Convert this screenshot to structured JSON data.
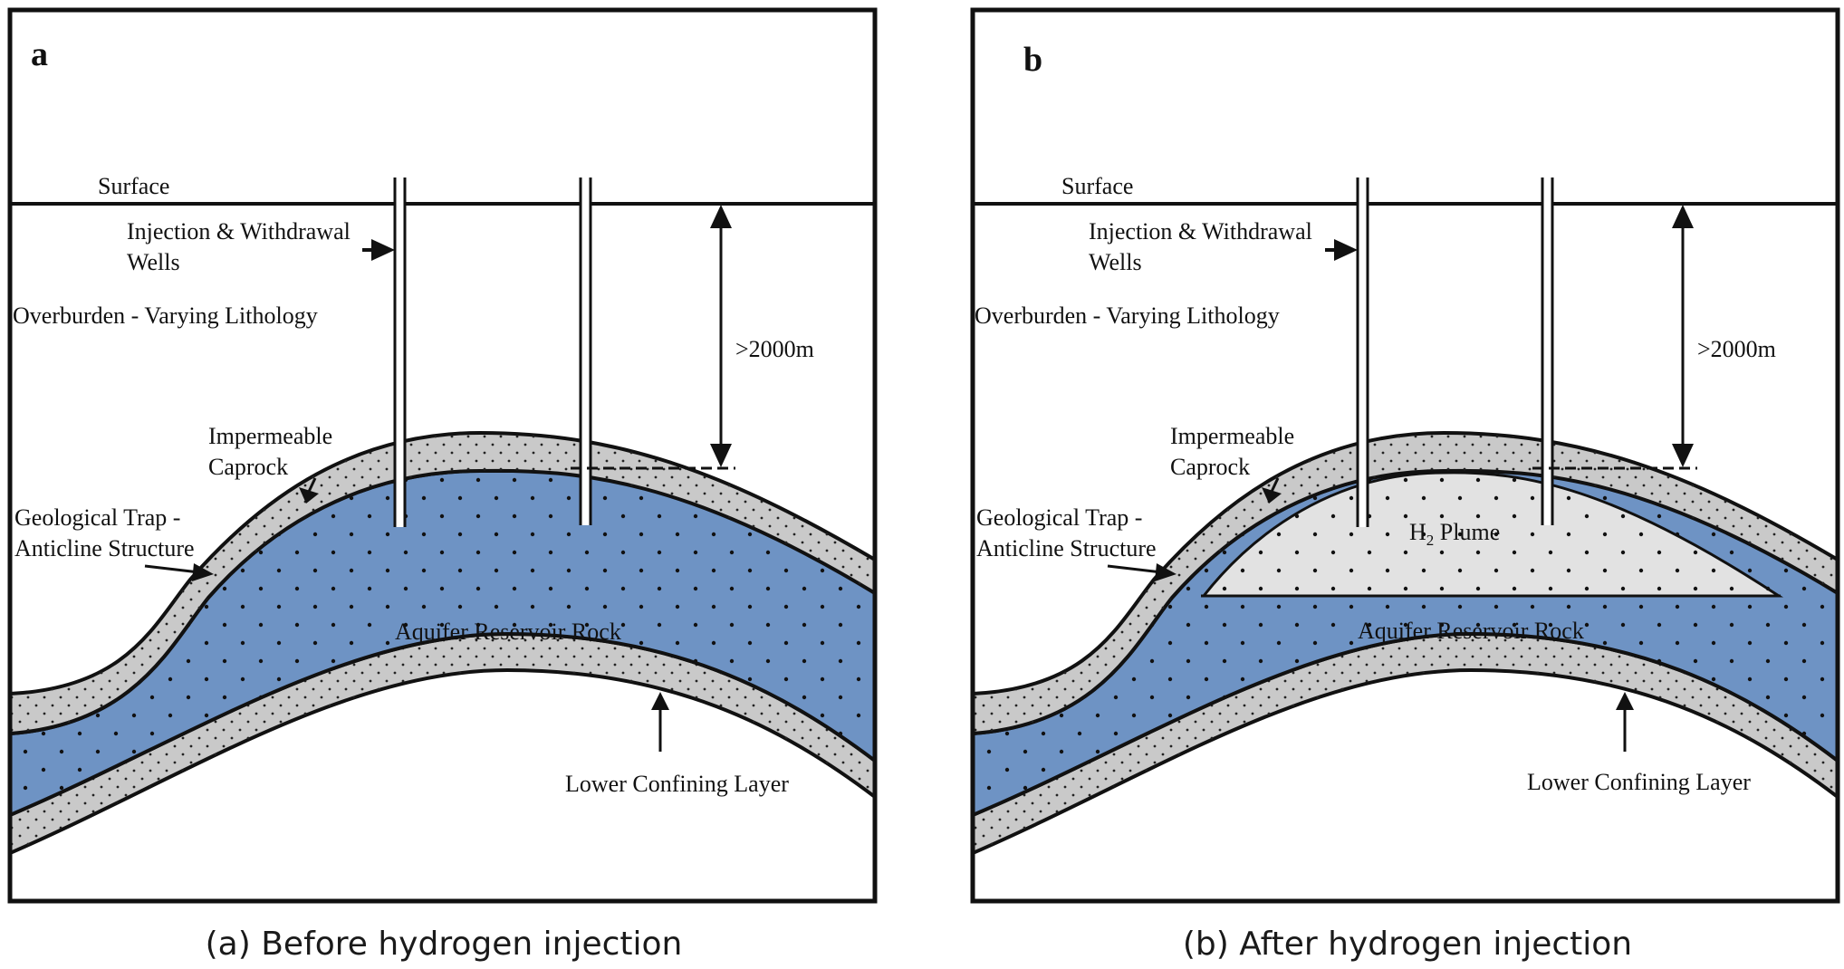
{
  "colors": {
    "aquifer": "#6e93c4",
    "caprock": "#c9c9c9",
    "plume": "#e2e2e2",
    "outline": "#1a1a1a"
  },
  "panels": [
    {
      "letter": "a",
      "surface": "Surface",
      "wells": [
        "Injection & Withdrawal",
        "Wells"
      ],
      "overburden": "Overburden - Varying Lithology",
      "depth": ">2000m",
      "caprock": [
        "Impermeable",
        "Caprock"
      ],
      "trap": [
        "Geological Trap -",
        "Anticline Structure"
      ],
      "aquifer": "Aquifer Reservoir Rock",
      "lower": "Lower Confining Layer",
      "plume": null,
      "caption": "(a) Before hydrogen injection"
    },
    {
      "letter": "b",
      "surface": "Surface",
      "wells": [
        "Injection & Withdrawal",
        "Wells"
      ],
      "overburden": "Overburden - Varying Lithology",
      "depth": ">2000m",
      "caprock": [
        "Impermeable",
        "Caprock"
      ],
      "trap": [
        "Geological Trap -",
        "Anticline Structure"
      ],
      "aquifer": "Aquifer Reservoir Rock",
      "lower": "Lower Confining Layer",
      "plume": {
        "main": "H",
        "sub": "2",
        "rest": " Plume"
      },
      "caption": "(b) After hydrogen injection"
    }
  ]
}
